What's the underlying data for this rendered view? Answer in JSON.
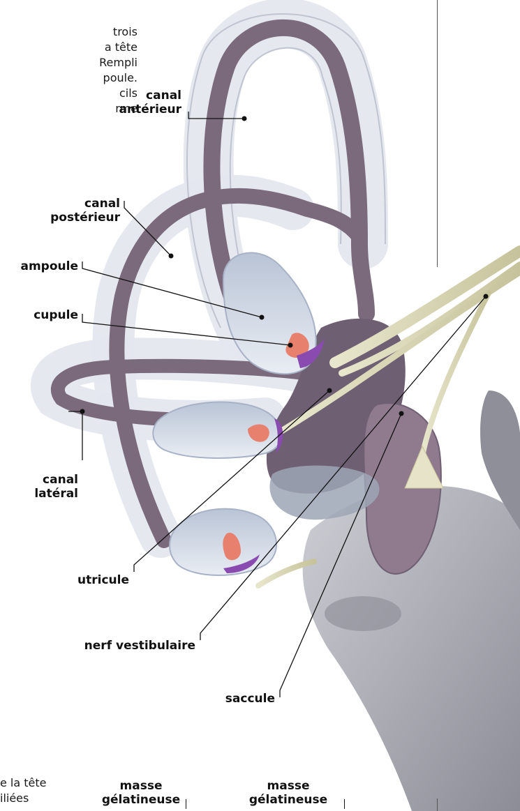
{
  "intro_text": {
    "lines": [
      "trois",
      "a tête",
      "Rempli",
      "poule.",
      "cils",
      "rme"
    ]
  },
  "bottom_text": {
    "lines": [
      "e la tête",
      "iliées"
    ]
  },
  "labels": {
    "canal_anterieur": [
      "canal",
      "antérieur"
    ],
    "canal_posterieur": [
      "canal",
      "postérieur"
    ],
    "ampoule": "ampoule",
    "cupule": "cupule",
    "canal_lateral": [
      "canal",
      "latéral"
    ],
    "utricule": "utricule",
    "nerf_vestibulaire": "nerf vestibulaire",
    "saccule": "saccule",
    "masse_gelatineuse_1": [
      "masse",
      "gélatineuse"
    ],
    "masse_gelatineuse_2": [
      "masse",
      "gélatineuse"
    ]
  },
  "colors": {
    "canal": "#7a6a7c",
    "canal_dark": "#5e5062",
    "glass": "#dfe3ec",
    "cupula": "#e8806e",
    "violet": "#8a4bb0",
    "nerve": "#cfcca7",
    "bone": "#a9aab2"
  }
}
